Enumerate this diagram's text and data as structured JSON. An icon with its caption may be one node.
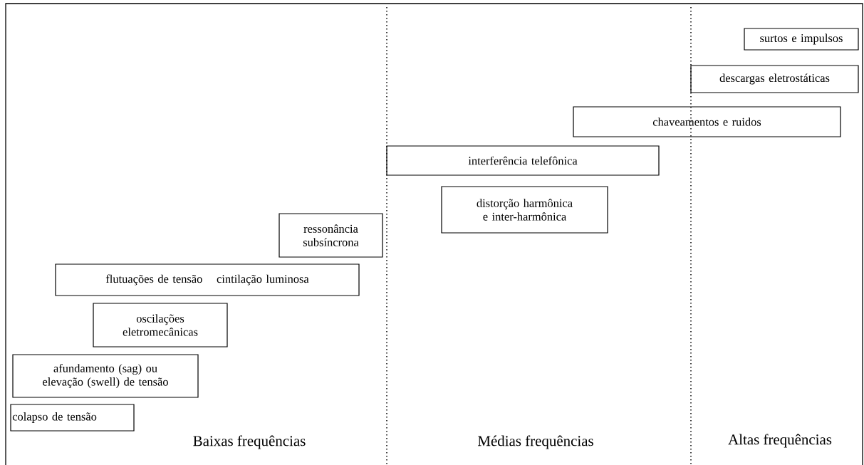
{
  "diagram": {
    "nodes": [
      {
        "text": [
          "surtos e impulsos"
        ]
      },
      {
        "text": [
          "descargas eletrostáticas"
        ]
      },
      {
        "text": [
          "chaveamentos e ruidos"
        ]
      },
      {
        "text": [
          "interferência telefônica"
        ]
      },
      {
        "text": [
          "distorção harmônica e inter-harmônica"
        ]
      },
      {
        "text": [
          "ressonância subsíncrona"
        ]
      },
      {
        "text": [
          "flutuações de tensão",
          "cintilação luminosa"
        ]
      },
      {
        "text": [
          "oscilações eletromecânicas"
        ]
      },
      {
        "text": [
          "afundamento (sag) ou elevação (swell) de tensão"
        ]
      },
      {
        "text": [
          "colapso de tensão"
        ]
      }
    ],
    "labels": [
      "Baixas frequências",
      "Médias frequências",
      "Altas frequências"
    ]
  }
}
